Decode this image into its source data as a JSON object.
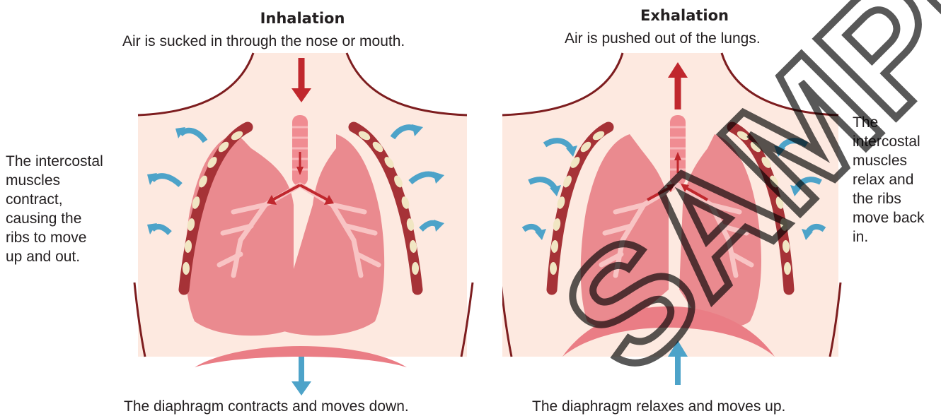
{
  "inhalation": {
    "title": "Inhalation",
    "subtitle": "Air is sucked in through the nose or mouth.",
    "side_lines": [
      "The intercostal",
      "muscles",
      "contract,",
      "causing the",
      "ribs to move",
      "up and out."
    ],
    "bottom": "The diaphragm contracts and moves down."
  },
  "exhalation": {
    "title": "Exhalation",
    "subtitle": "Air is pushed out of the lungs.",
    "side_lines": [
      "The",
      "intercostal",
      "muscles",
      "relax and",
      "the ribs",
      "move back",
      "in."
    ],
    "bottom": "The diaphragm relaxes and moves up."
  },
  "watermark": "SAMPLE",
  "colors": {
    "skin": "#fde9e0",
    "outline": "#7d1d1f",
    "lung": "#ea8a8f",
    "lung_dark": "#e27a80",
    "bronchi": "#f8c4c4",
    "trachea": "#f08c92",
    "air_arrow": "#c0272d",
    "muscle_arrow": "#4da3c9",
    "rib": "#a63237",
    "rib_seg": "#f1e6c3",
    "diaphragm": "#ea7d85"
  }
}
